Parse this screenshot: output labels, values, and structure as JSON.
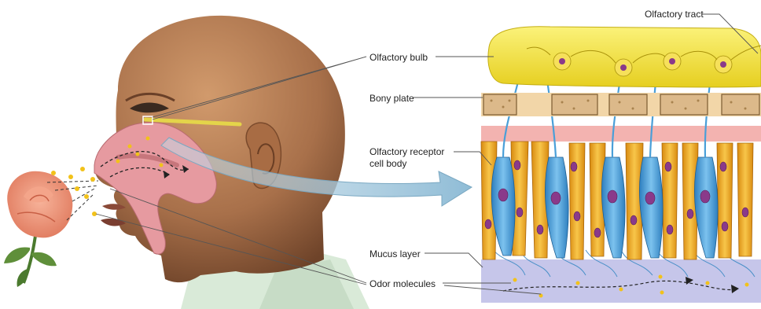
{
  "labels": {
    "olfactory_tract": "Olfactory tract",
    "olfactory_bulb": "Olfactory bulb",
    "bony_plate": "Bony plate",
    "receptor_line1": "Olfactory receptor",
    "receptor_line2": "cell body",
    "mucus_layer": "Mucus layer",
    "odor_molecules": "Odor molecules"
  },
  "colors": {
    "skin": "#b07a52",
    "nasal_cavity": "#e69aa0",
    "bulb": "#f2e23a",
    "bony_plate": "#dcb98a",
    "receptor_cell": "#4a9fd8",
    "support_cell": "#f0a81c",
    "mucus": "#b9b9e0",
    "nucleus": "#8a3a8a",
    "arrow": "#9cc3d8",
    "odor_dot": "#f2c21a"
  },
  "icons": [
    "rose-flower-icon",
    "human-head-illustration",
    "odor-molecule-dot"
  ]
}
